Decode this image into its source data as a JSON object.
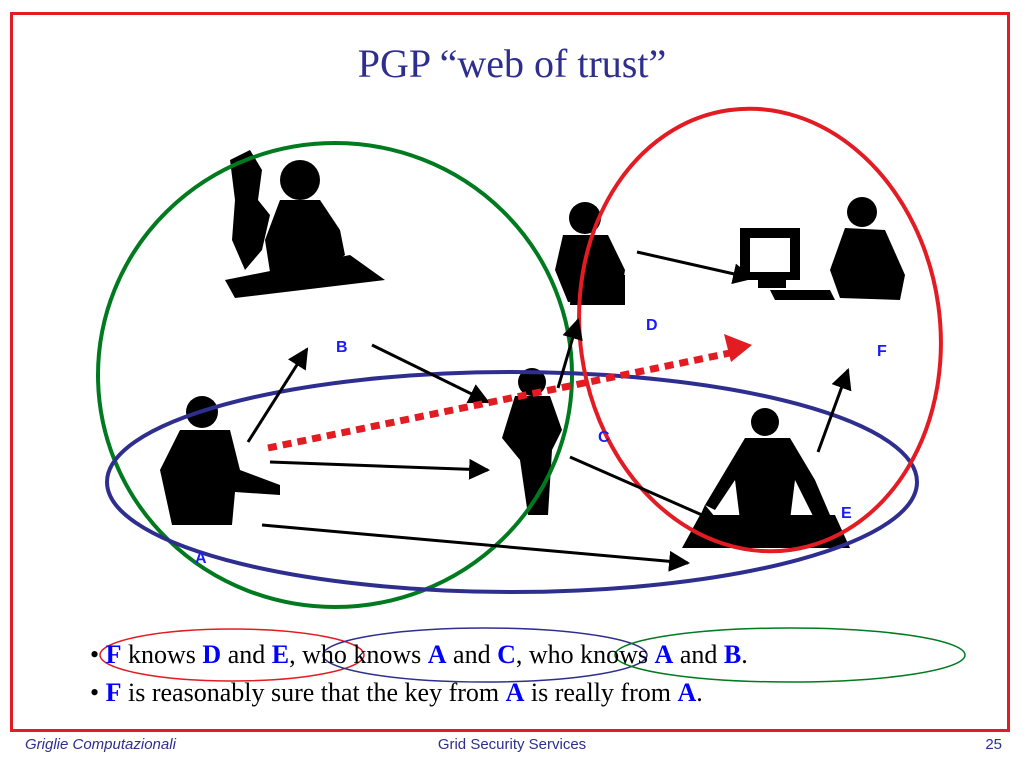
{
  "slide": {
    "title": "PGP “web of trust”",
    "nodes": {
      "a": "A",
      "b": "B",
      "c": "C",
      "d": "D",
      "e": "E",
      "f": "F"
    },
    "bullets": [
      {
        "parts": [
          "• ",
          "F",
          " knows ",
          "D",
          " and ",
          "E",
          ", who knows ",
          "A",
          " and ",
          "C",
          ", who knows ",
          "A",
          " and ",
          "B",
          "."
        ]
      },
      {
        "parts": [
          "• ",
          "F",
          " is reasonably sure that the key from ",
          "A",
          " is really from ",
          "A",
          "."
        ]
      }
    ],
    "footer": {
      "left": "Griglie Computazionali",
      "center": "Grid Security Services",
      "page": "25"
    },
    "colors": {
      "frame": "#e31b23",
      "title": "#2e2e8f",
      "green_circle": "#007a1f",
      "blue_ellipse": "#2e2e8f",
      "red_ellipse": "#e31b23",
      "labels": "#1a1aff"
    }
  }
}
